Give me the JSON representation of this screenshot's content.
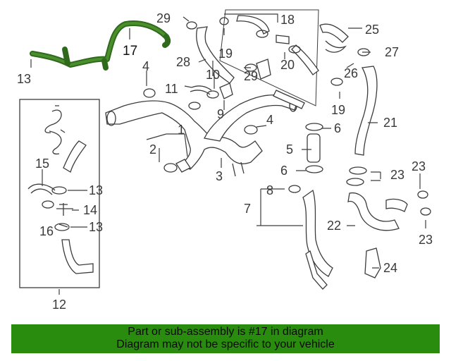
{
  "callouts": {
    "n1": "1",
    "n2": "2",
    "n3": "3",
    "n4a": "4",
    "n4b": "4",
    "n5": "5",
    "n6a": "6",
    "n6b": "6",
    "n7": "7",
    "n8": "8",
    "n9": "9",
    "n10": "10",
    "n11": "11",
    "n12": "12",
    "n13a": "13",
    "n13b": "13",
    "n13c": "13",
    "n14": "14",
    "n15": "15",
    "n16": "16",
    "n17": "17",
    "n18": "18",
    "n19a": "19",
    "n19b": "19",
    "n20": "20",
    "n21": "21",
    "n22": "22",
    "n23a": "23",
    "n23b": "23",
    "n23c": "23",
    "n24": "24",
    "n25": "25",
    "n26": "26",
    "n27": "27",
    "n28": "28",
    "n29a": "29",
    "n29b": "29"
  },
  "highlight": {
    "part_number": "17",
    "color": "#2f6a1c"
  },
  "banner": {
    "line1": "Part or sub-assembly is #17 in diagram",
    "line2": "Diagram may not be specific to your vehicle",
    "color": "#2a8c0e"
  }
}
